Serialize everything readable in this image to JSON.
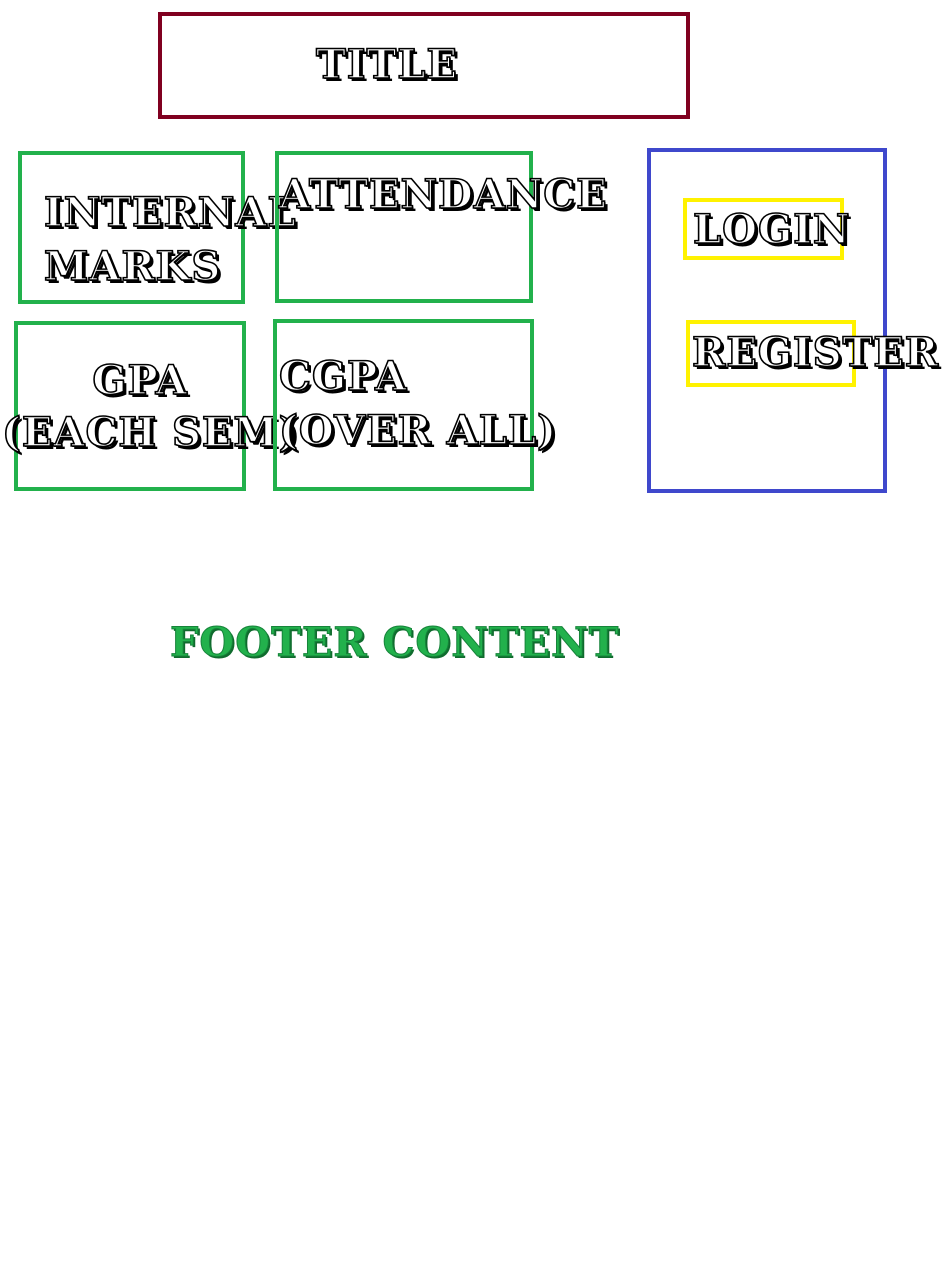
{
  "header": {
    "title": "TITLE"
  },
  "cards": {
    "internal_marks": {
      "line1": "INTERNAL",
      "line2": "MARKS"
    },
    "attendance": {
      "label": "ATTENDANCE"
    },
    "gpa": {
      "line1": "GPA",
      "line2": "(EACH SEM)"
    },
    "cgpa": {
      "line1": "CGPA",
      "line2": "(OVER ALL)"
    }
  },
  "auth_panel": {
    "login_label": "LOGIN",
    "register_label": "REGISTER"
  },
  "footer": {
    "text": "FOOTER CONTENT"
  },
  "colors": {
    "title_border": "#800020",
    "card_border": "#22b14c",
    "auth_panel_border": "#3f48cc",
    "button_border": "#fff200",
    "footer_text": "#22b14c"
  }
}
